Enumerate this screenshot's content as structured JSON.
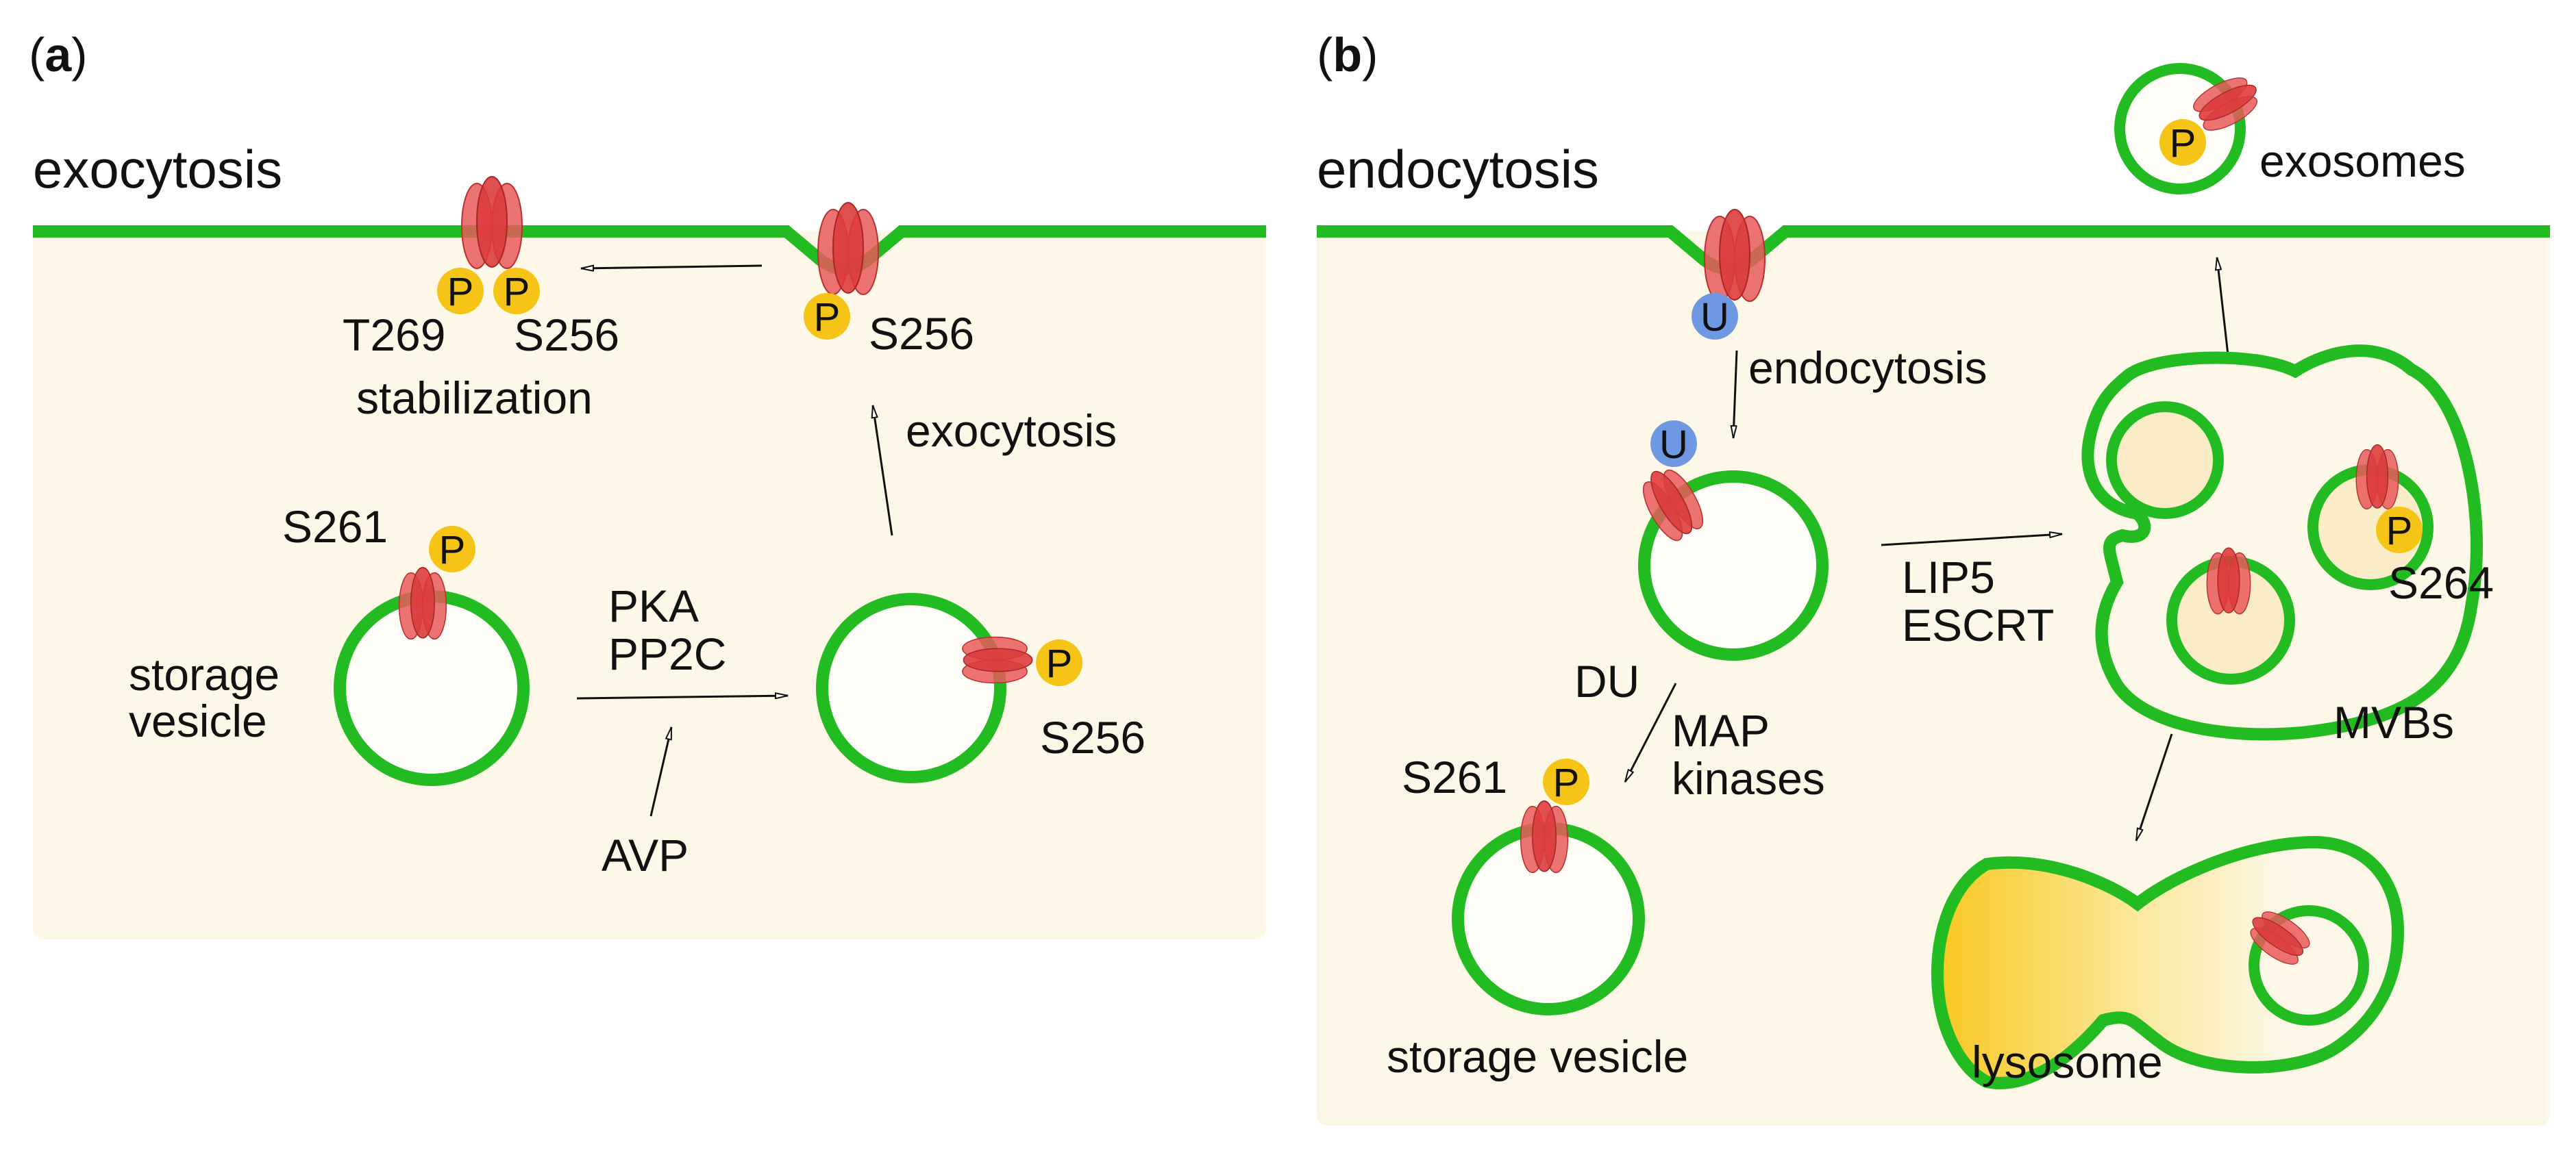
{
  "panels": {
    "a": {
      "letter": "a",
      "title": "exocytosis",
      "labels": {
        "t269": "T269",
        "s256_membrane": "S256",
        "stabilization": "stabilization",
        "s256_fused": "S256",
        "exocytosis_arrow": "exocytosis",
        "s261": "S261",
        "storage": "storage",
        "vesicle": "vesicle",
        "pka": "PKA",
        "pp2c": "PP2C",
        "avp": "AVP",
        "s256_vesicle": "S256"
      }
    },
    "b": {
      "letter": "b",
      "title": "endocytosis",
      "labels": {
        "endocytosis_arrow": "endocytosis",
        "exosomes": "exosomes",
        "lip5": "LIP5",
        "escrt": "ESCRT",
        "s264": "S264",
        "mvbs": "MVBs",
        "du": "DU",
        "map": "MAP",
        "kinases": "kinases",
        "s261": "S261",
        "storage_vesicle": "storage vesicle",
        "lysosome": "lysosome"
      }
    }
  },
  "badges": {
    "phospho": "P",
    "ubiquitin": "U"
  },
  "colors": {
    "membrane": "#22bb22",
    "cytoplasm": "#fcf7e6",
    "vesicle_fill": "#fffdf8",
    "channel": "#e24848",
    "phospho": "#f6c417",
    "ubiquitin": "#6f98e2",
    "lysosome_gradient": "#f8c820"
  }
}
